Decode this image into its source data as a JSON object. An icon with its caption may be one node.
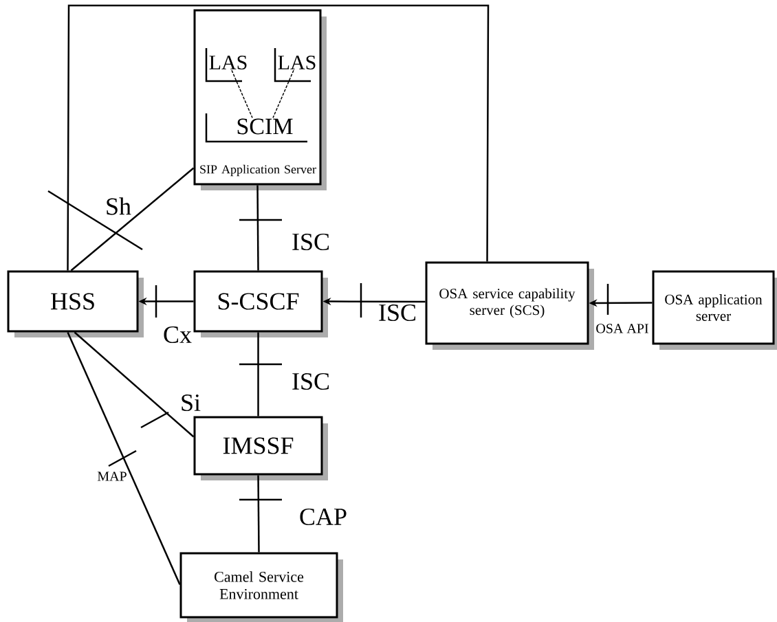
{
  "diagram": {
    "nodes": [
      {
        "text": [
          "SIP Application Server"
        ]
      },
      {
        "text": [
          "LAS"
        ],
        "in": 0
      },
      {
        "text": [
          "LAS"
        ],
        "in": 0
      },
      {
        "text": [
          "SCIM"
        ],
        "in": 0
      },
      {
        "text": [
          "HSS"
        ]
      },
      {
        "text": [
          "S-CSCF"
        ]
      },
      {
        "text": [
          "OSA service capability server (SCS)"
        ]
      },
      {
        "text": [
          "OSA application server"
        ]
      },
      {
        "text": [
          "IMSSF"
        ]
      },
      {
        "text": [
          "Camel Service Environment"
        ]
      }
    ],
    "edges": [
      {
        "from": 1,
        "to": 3,
        "arrow": "none",
        "style": "dashed"
      },
      {
        "from": 2,
        "to": 3,
        "arrow": "none",
        "style": "dashed"
      },
      {
        "from": 4,
        "to": 0,
        "arrow": "none",
        "label": "Sh"
      },
      {
        "from": 4,
        "to": 6,
        "arrow": "none"
      },
      {
        "from": 5,
        "to": 0,
        "arrow": "none",
        "label": "ISC"
      },
      {
        "from": 5,
        "to": 4,
        "arrow": "to",
        "label": "Cx"
      },
      {
        "from": 6,
        "to": 5,
        "arrow": "to",
        "label": "ISC"
      },
      {
        "from": 7,
        "to": 6,
        "arrow": "to",
        "label": "OSA API"
      },
      {
        "from": 5,
        "to": 8,
        "arrow": "none",
        "label": "ISC"
      },
      {
        "from": 4,
        "to": 8,
        "arrow": "none",
        "label": "Si"
      },
      {
        "from": 4,
        "to": 9,
        "arrow": "none",
        "label": "MAP"
      },
      {
        "from": 8,
        "to": 9,
        "arrow": "none",
        "label": "CAP"
      }
    ]
  }
}
